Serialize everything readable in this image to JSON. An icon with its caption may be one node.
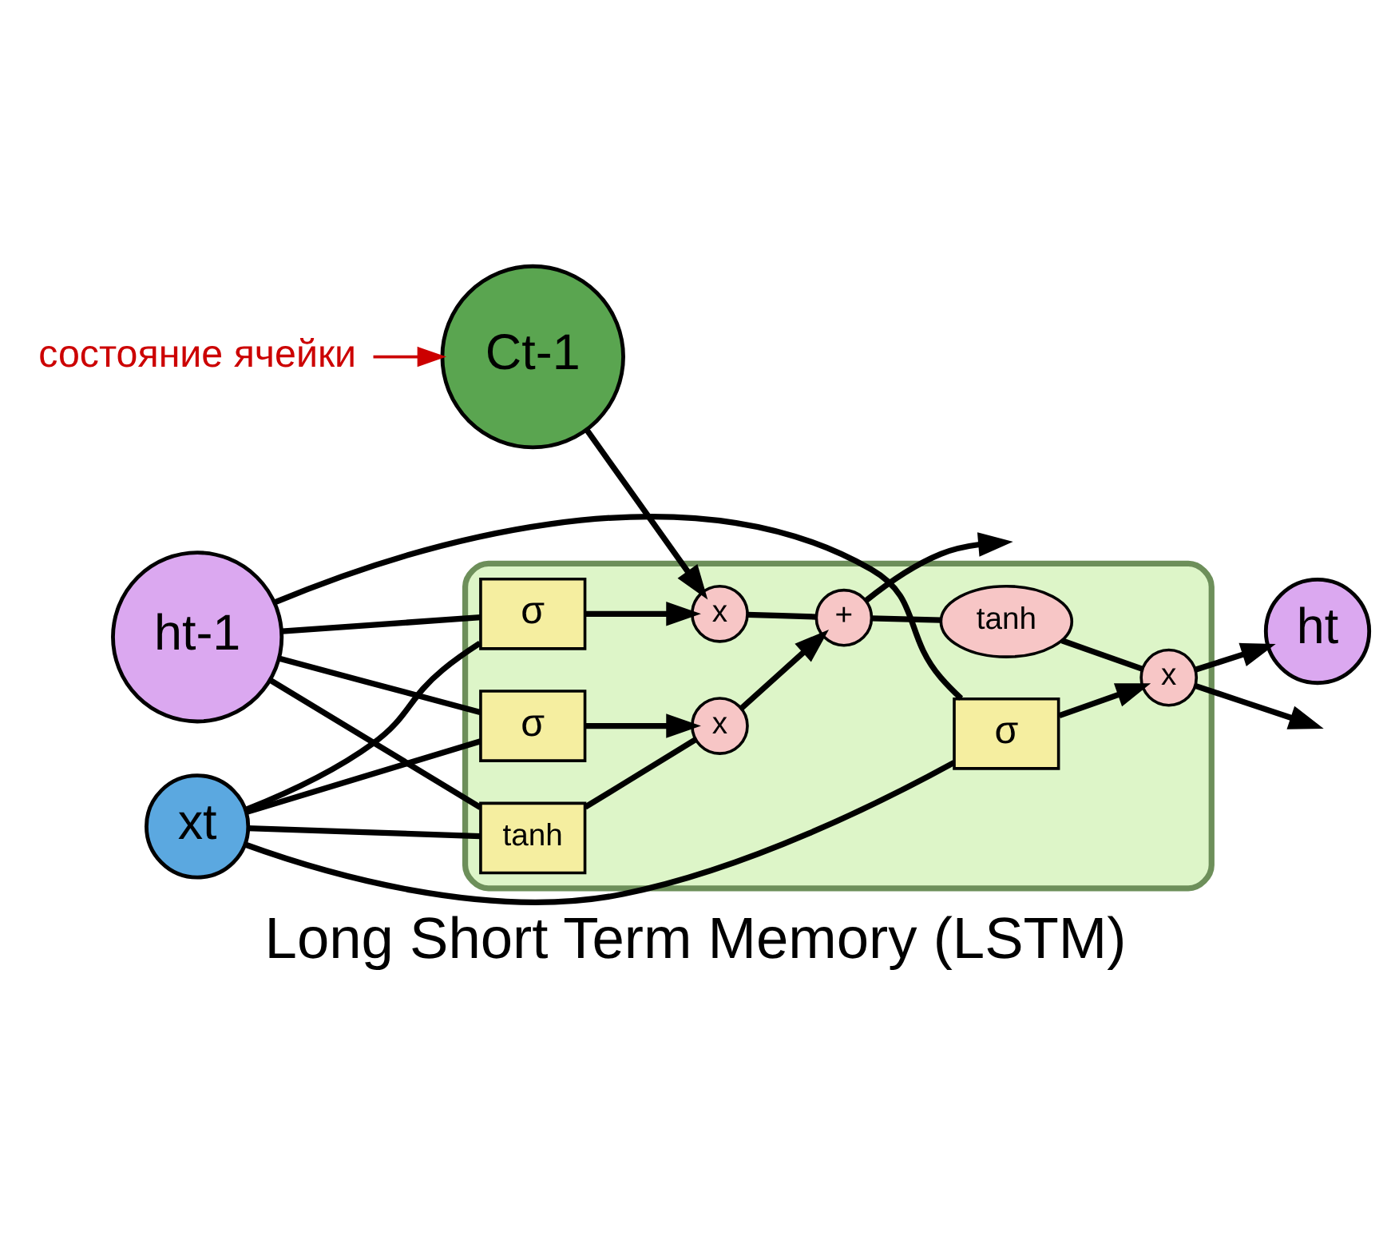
{
  "diagram": {
    "caption": "Long Short Term Memory (LSTM)",
    "nodes": [
      {
        "text": [],
        "shape": "box"
      },
      {
        "text": [
          "Ct-1"
        ]
      },
      {
        "text": [
          "ht-1"
        ]
      },
      {
        "text": [
          "xt"
        ]
      },
      {
        "text": [
          "ht"
        ]
      },
      {
        "text": [
          "x"
        ],
        "in": 0
      },
      {
        "text": [
          "+"
        ],
        "in": 0
      },
      {
        "text": [
          "σ"
        ],
        "in": 0
      },
      {
        "text": [
          "σ"
        ],
        "in": 0
      },
      {
        "text": [
          "tanh"
        ],
        "in": 0
      },
      {
        "text": [
          "x"
        ],
        "in": 0
      },
      {
        "text": [
          "σ"
        ],
        "in": 0
      },
      {
        "text": [
          "tanh"
        ],
        "in": 0
      },
      {
        "text": [
          "x"
        ],
        "in": 0
      },
      {
        "text": [
          "состояние ячейки"
        ]
      }
    ],
    "edges": [
      {
        "from": 1,
        "to": 5,
        "arrow": "to"
      },
      {
        "from": 5,
        "to": 6,
        "arrow": "none"
      },
      {
        "from": 6,
        "to": null,
        "arrow": "to"
      },
      {
        "from": 6,
        "to": 12,
        "arrow": "none"
      },
      {
        "from": 12,
        "to": 13,
        "arrow": "none"
      },
      {
        "from": 2,
        "to": 7,
        "arrow": "none"
      },
      {
        "from": 2,
        "to": 8,
        "arrow": "none"
      },
      {
        "from": 2,
        "to": 9,
        "arrow": "none"
      },
      {
        "from": 2,
        "to": 11,
        "arrow": "none"
      },
      {
        "from": 3,
        "to": 7,
        "arrow": "none"
      },
      {
        "from": 3,
        "to": 8,
        "arrow": "none"
      },
      {
        "from": 3,
        "to": 9,
        "arrow": "none"
      },
      {
        "from": 3,
        "to": 11,
        "arrow": "none"
      },
      {
        "from": 7,
        "to": 5,
        "arrow": "to"
      },
      {
        "from": 8,
        "to": 10,
        "arrow": "to"
      },
      {
        "from": 9,
        "to": 10,
        "arrow": "none"
      },
      {
        "from": 10,
        "to": 6,
        "arrow": "to"
      },
      {
        "from": 11,
        "to": 13,
        "arrow": "to"
      },
      {
        "from": 13,
        "to": 4,
        "arrow": "to"
      },
      {
        "from": 13,
        "to": null,
        "arrow": "to"
      },
      {
        "from": 14,
        "to": 1,
        "arrow": "to",
        "color": "#cc0000"
      }
    ]
  }
}
